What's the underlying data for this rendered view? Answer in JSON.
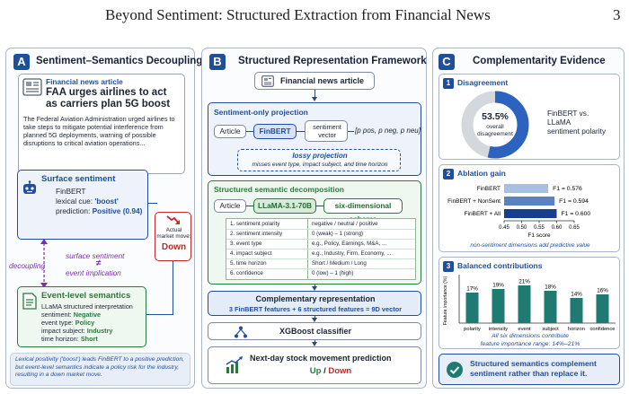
{
  "header": {
    "title": "Beyond Sentiment: Structured Extraction from Financial News",
    "page_number": "3"
  },
  "panel_a": {
    "letter": "A",
    "title": "Sentiment–Semantics Decoupling",
    "article": {
      "label": "Financial news article",
      "headline_1": "FAA urges airlines to act",
      "headline_2": "as carriers plan 5G boost",
      "body": "The Federal Aviation Administration urged airlines to take steps to mitigate potential interference from planned 5G deployments, warning of possible disruptions to critical aviation operations..."
    },
    "surface": {
      "title": "Surface sentiment",
      "model": "FinBERT",
      "cue_label": "lexical cue:",
      "cue_value": "'boost'",
      "pred_label": "prediction:",
      "pred_value": "Positive (0.94)"
    },
    "decoupling": "decoupling",
    "mid_1": "surface sentiment",
    "neq": "≠",
    "mid_2": "event implication",
    "market": {
      "label_1": "Actual",
      "label_2": "market move:",
      "value": "Down"
    },
    "event": {
      "title": "Event-level semantics",
      "model": "LLaMA structured interpretation",
      "rows": [
        {
          "k": "sentiment:",
          "v": "Negative"
        },
        {
          "k": "event type:",
          "v": "Policy"
        },
        {
          "k": "impact subject:",
          "v": "Industry"
        },
        {
          "k": "time horizon:",
          "v": "Short"
        }
      ]
    },
    "caption": "Lexical positivity ('boost') leads FinBERT to a positive prediction, but event-level semantics indicate a policy risk for the industry, resulting in a down market move."
  },
  "panel_b": {
    "letter": "B",
    "title": "Structured Representation Framework",
    "news_label": "Financial news article",
    "sent_only": {
      "title": "Sentiment-only projection",
      "article": "Article",
      "finbert": "FinBERT",
      "vector_1": "sentiment",
      "vector_2": "vector",
      "probs": "[p pos, p neg, p neu]",
      "lossy": "lossy projection",
      "misses": "misses event type, impact subject, and time horizon"
    },
    "structured": {
      "title": "Structured semantic decomposition",
      "article": "Article",
      "llama": "LLaMA-3.1-70B",
      "schema": "six-dimensional schema",
      "rows": [
        {
          "k": "1. sentiment polarity",
          "v": "negative / neutral / positive"
        },
        {
          "k": "2. sentiment intensity",
          "v": "0 (weak) – 1 (strong)"
        },
        {
          "k": "3. event type",
          "v": "e.g., Policy, Earnings, M&A, ..."
        },
        {
          "k": "4. impact subject",
          "v": "e.g., Industry, Firm, Economy, ..."
        },
        {
          "k": "5. time horizon",
          "v": "Short / Medium / Long"
        },
        {
          "k": "6. confidence",
          "v": "0 (low) – 1 (high)"
        }
      ]
    },
    "complementary": {
      "title": "Complementary representation",
      "formula": "3 FinBERT features + 6 structured features = 9D vector"
    },
    "xgb": "XGBoost classifier",
    "prediction": {
      "title": "Next-day stock movement prediction",
      "up": "Up",
      "slash": "/",
      "down": "Down"
    }
  },
  "panel_c": {
    "letter": "C",
    "title": "Complementarity Evidence",
    "disagreement": {
      "num": "1",
      "title": "Disagreement",
      "percent_label": "53.5%",
      "sub_1": "overall",
      "sub_2": "disagreement",
      "fraction": 0.535,
      "desc_1": "FinBERT vs.",
      "desc_2": "LLaMA",
      "desc_3": "sentiment polarity"
    },
    "ablation": {
      "num": "2",
      "title": "Ablation gain",
      "note": "non-sentiment dimensions add predictive value"
    },
    "balanced": {
      "num": "3",
      "title": "Balanced contributions",
      "note_1": "All six dimensions contribute",
      "note_2": "feature importance range: 14%–21%"
    },
    "takeaway": "Structured semantics complement sentiment rather than replace it."
  },
  "chart_data": [
    {
      "type": "bar",
      "title": "Ablation gain",
      "orientation": "horizontal",
      "categories": [
        "FinBERT",
        "FinBERT + NonSent",
        "FinBERT + All"
      ],
      "values": [
        0.576,
        0.594,
        0.6
      ],
      "value_labels": [
        "F1 = 0.576",
        "F1 = 0.594",
        "F1 = 0.600"
      ],
      "colors": [
        "#a9bfe0",
        "#5b83c2",
        "#183f8c"
      ],
      "xlabel": "F1 score",
      "xlim": [
        0.45,
        0.65
      ],
      "xticks": [
        "0.45",
        "0.50",
        "0.55",
        "0.60",
        "0.65"
      ]
    },
    {
      "type": "bar",
      "title": "Balanced contributions",
      "categories": [
        "polarity",
        "intensity",
        "event",
        "subject",
        "horizon",
        "confidence"
      ],
      "values": [
        17,
        19,
        21,
        18,
        14,
        16
      ],
      "value_labels": [
        "17%",
        "19%",
        "21%",
        "18%",
        "14%",
        "16%"
      ],
      "ylabel": "Feature importance (%)",
      "ylim": [
        0,
        25
      ],
      "color": "#1f7a72"
    }
  ]
}
